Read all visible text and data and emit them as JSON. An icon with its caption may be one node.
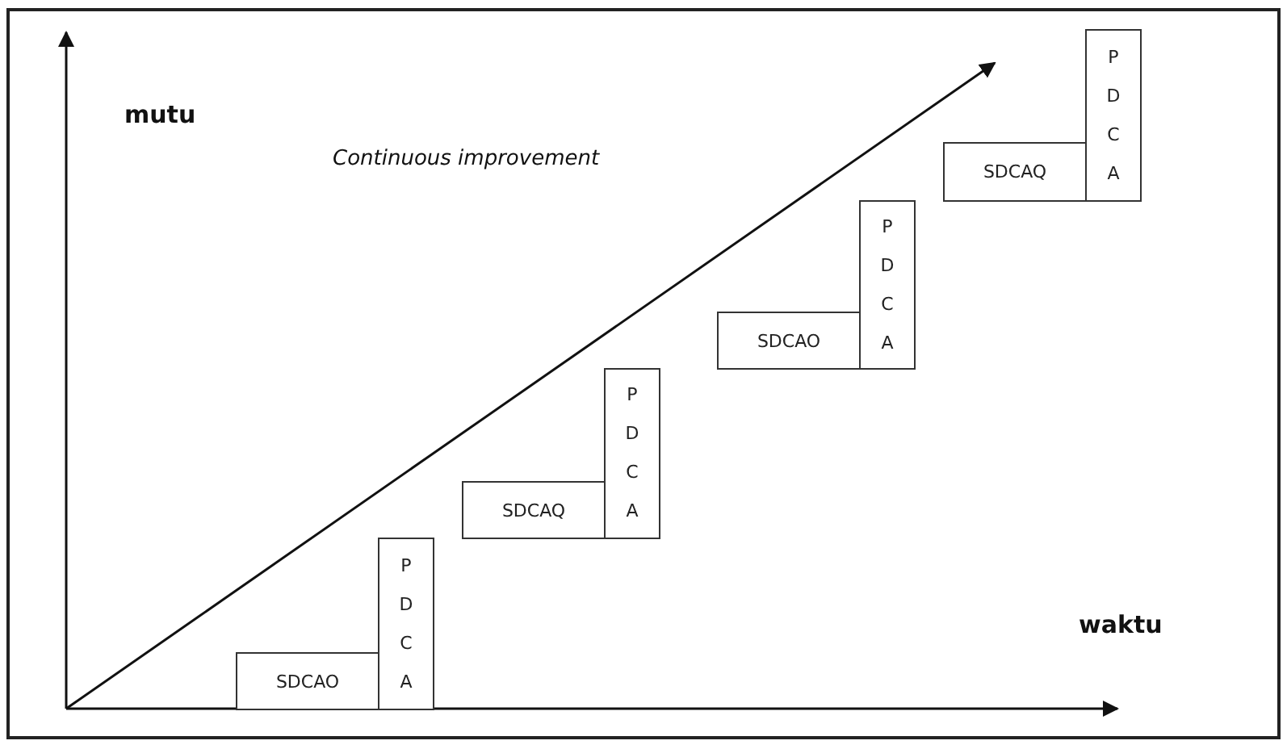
{
  "diagram": {
    "nodes": [
      {
        "text": [
          "SDCAO"
        ]
      },
      {
        "text": [
          "P D C A"
        ]
      },
      {
        "text": [
          "SDCAQ"
        ]
      },
      {
        "text": [
          "P D C A"
        ]
      },
      {
        "text": [
          "SDCAO"
        ]
      },
      {
        "text": [
          "P D C A"
        ]
      },
      {
        "text": [
          "SDCAQ"
        ]
      },
      {
        "text": [
          "P D C A"
        ]
      }
    ],
    "labels": [
      "mutu",
      "Continuous improvement",
      "waktu"
    ]
  }
}
